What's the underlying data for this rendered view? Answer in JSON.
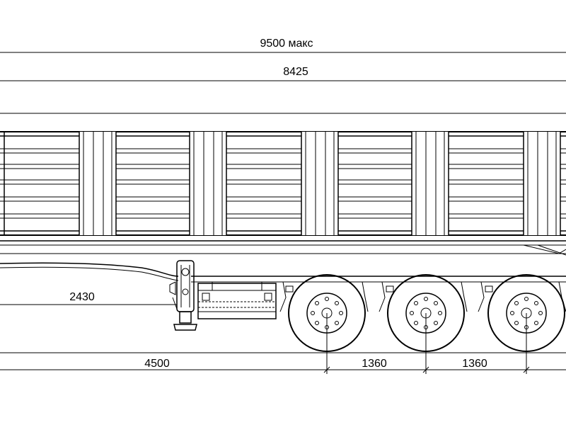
{
  "dimensions": {
    "overall_length": "9500 макс",
    "body_length": "8425",
    "coupling_height": "2430",
    "kingpin_to_axle": "4500",
    "axle_spacing_1": "1360",
    "axle_spacing_2": "1360"
  }
}
